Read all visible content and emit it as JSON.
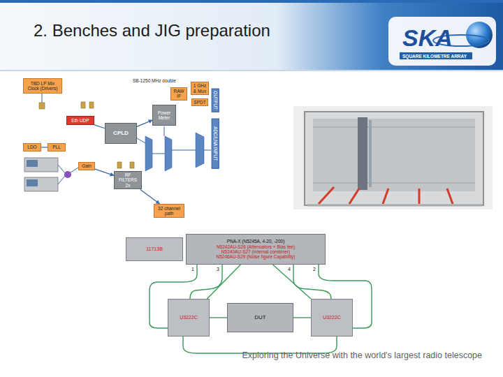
{
  "diagram": {
    "title": "2. Benches and JIG preparation",
    "nodes": [
      {
        "text": [
          "TBD LP Mix Clock (Drivers)"
        ]
      },
      {
        "text": [
          "Eth UDP"
        ]
      },
      {
        "text": [
          "LDO"
        ]
      },
      {
        "text": [
          "PLL"
        ]
      },
      {
        "text": [
          "CPLD"
        ]
      },
      {
        "text": [
          "Power Meter"
        ]
      },
      {
        "text": [
          "RF FILTERS 2x"
        ]
      },
      {
        "text": [
          "Gain"
        ]
      },
      {
        "text": [
          "32 channel path"
        ]
      },
      {
        "text": [
          "RAW IF"
        ]
      },
      {
        "text": [
          "1 GHz & Mux"
        ]
      },
      {
        "text": [
          "SPDT"
        ]
      },
      {
        "text": [
          "OUTPUT"
        ]
      },
      {
        "text": [
          "ADC/LNA INPUT"
        ]
      },
      {
        "text": [
          "11713B"
        ]
      },
      {
        "text": [
          "PNA-X (N5245A, 4-20, -200)",
          "N5242AU-S26 (Attenuators + Bias tee)",
          "N5240AU-S27 (Internal combiner)",
          "N5246AU-S29 (Noise figure Capability)"
        ]
      },
      {
        "text": [
          "U3222C"
        ]
      },
      {
        "text": [
          "DUT"
        ]
      },
      {
        "text": [
          "U3222C"
        ]
      }
    ],
    "edges": [
      {
        "from": 1,
        "to": 4,
        "arrow": "none"
      },
      {
        "from": 4,
        "to": 5,
        "arrow": "to"
      },
      {
        "from": 2,
        "to": 3,
        "arrow": "none"
      },
      {
        "from": 7,
        "to": 6,
        "arrow": "to"
      },
      {
        "from": 6,
        "to": 8,
        "arrow": "to"
      },
      {
        "from": 15,
        "to": 16,
        "arrow": "none"
      },
      {
        "from": 15,
        "to": 18,
        "arrow": "none"
      },
      {
        "from": 16,
        "to": 17,
        "arrow": "none"
      },
      {
        "from": 17,
        "to": 18,
        "arrow": "none"
      }
    ],
    "labels": [
      "SB-1250 MHz double",
      "1",
      "3",
      "4",
      "2",
      "SKA",
      "SQUARE KILOMETRE ARRAY",
      "Exploring the Universe with the world's largest radio telescope"
    ]
  }
}
